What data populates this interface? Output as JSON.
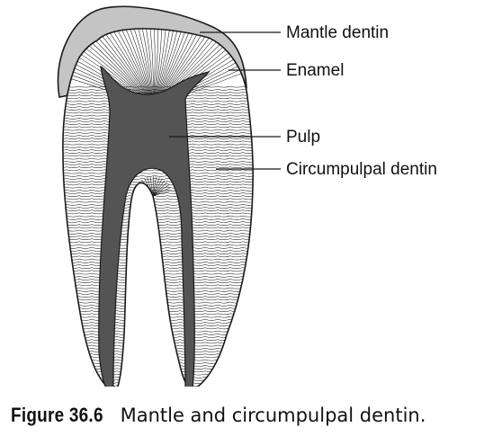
{
  "labels": {
    "mantle_dentin": "Mantle dentin",
    "enamel": "Enamel",
    "pulp": "Pulp",
    "circumpulpal_dentin": "Circumpulpal dentin"
  },
  "caption": {
    "figure_number": "Figure 36.6",
    "text": "Mantle and circumpulpal dentin."
  },
  "colors": {
    "enamel": "#c4c4c4",
    "pulp": "#545454",
    "dentin": "#ffffff",
    "lines": "#1a1a1a"
  }
}
